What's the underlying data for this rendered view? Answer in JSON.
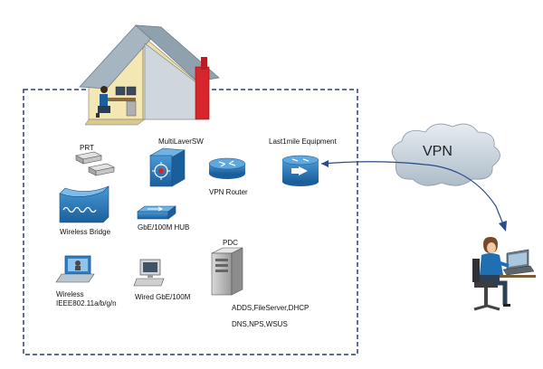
{
  "labels": {
    "prt": "PRT",
    "multilayer_sw": "MultiLaverSW",
    "last_mile": "Last1mile Equipment",
    "vpn_cloud": "VPN",
    "vpn_router": "VPN Router",
    "wireless_bridge": "Wireless Bridge",
    "hub": "GbE/100M  HUB",
    "pdc": "PDC",
    "wireless_line1": "Wireless",
    "wireless_line2": "IEEE802.11a/b/g/n",
    "wired": "Wired GbE/100M",
    "services_line1": "ADDS,FileServer,DHCP",
    "services_line2": "DNS,NPS,WSUS"
  },
  "colors": {
    "cisco_blue": "#1f6fb2",
    "boundary": "#2b3f7a",
    "house_wall": "#f3e7b4",
    "roof": "#8fa3b0",
    "door_red": "#d6262b",
    "cloud": "#c7d1da"
  }
}
